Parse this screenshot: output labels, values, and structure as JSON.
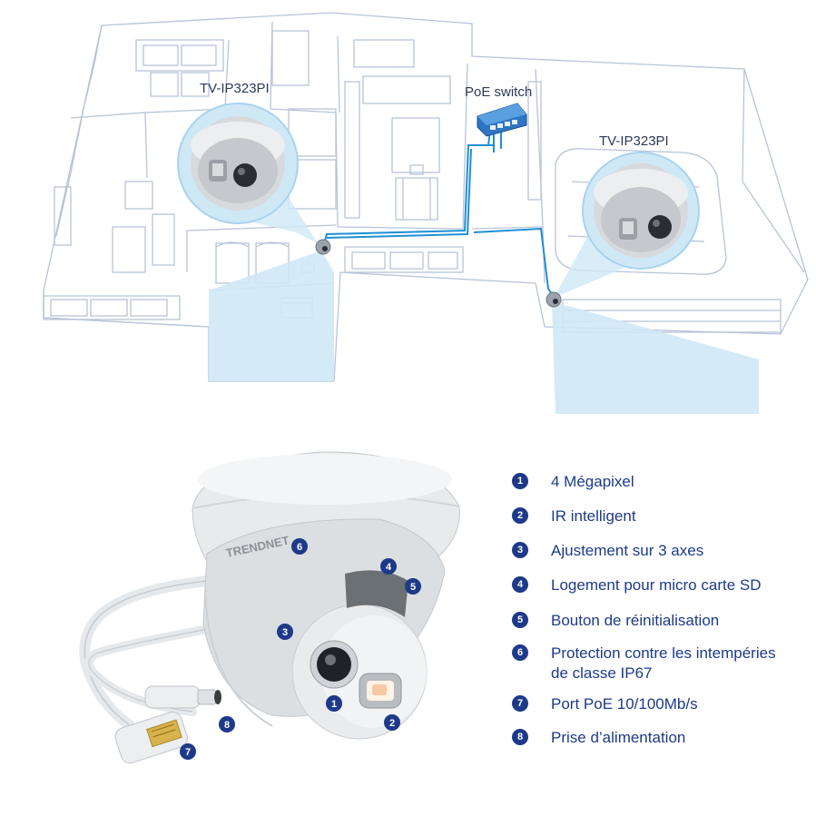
{
  "diagram": {
    "camera_left_label": "TV-IP323PI",
    "camera_right_label": "TV-IP323PI",
    "switch_label": "PoE switch",
    "brand": "TRENDNET",
    "colors": {
      "outline": "#b8c3d9",
      "cable": "#1f8fd6",
      "fov": "#cfe8f6",
      "badge": "#1d3a8a",
      "text": "#1d3a8a"
    }
  },
  "features": [
    {
      "num": "1",
      "text": "4 Mégapixel"
    },
    {
      "num": "2",
      "text": "IR intelligent"
    },
    {
      "num": "3",
      "text": "Ajustement sur 3 axes"
    },
    {
      "num": "4",
      "text": "Logement pour micro carte SD"
    },
    {
      "num": "5",
      "text": "Bouton de réinitialisation"
    },
    {
      "num": "6",
      "text": "Protection contre les intempéries de classe IP67"
    },
    {
      "num": "7",
      "text": "Port PoE 10/100Mb/s"
    },
    {
      "num": "8",
      "text": "Prise d’alimentation"
    }
  ]
}
